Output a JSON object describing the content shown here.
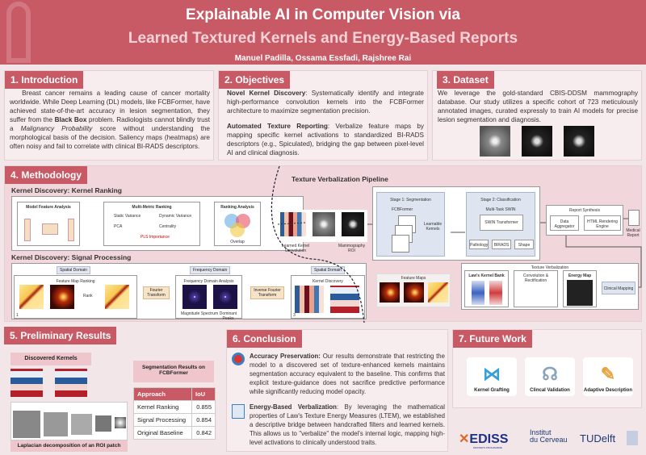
{
  "header": {
    "title_line1": "Explainable AI in Computer Vision via",
    "title_line2": "Learned Textured Kernels and Energy-Based Reports",
    "authors": "Manuel Padilla, Ossama Essfadi, Rajshree Rai"
  },
  "intro": {
    "title": "1. Introduction",
    "p1": "Breast cancer remains a leading cause of cancer mortality worldwide. While Deep Learning (DL) models, like FCBFormer, have achieved state-of-the-art accuracy in lesion segmentation, they suffer from the ",
    "bold": "Black Box",
    "p2": " problem. Radiologists cannot blindly trust a ",
    "italic": "Malignancy Probability",
    "p3": " score without understanding the morphological basis of the decision. Saliency maps (heatmaps) are often noisy and fail to correlate with clinical BI-RADS descriptors."
  },
  "objectives": {
    "title": "2. Objectives",
    "items": [
      {
        "head": "Novel Kernel Discovery",
        "body": ": Systematically identify and integrate high-performance convolution kernels into the FCBFormer architecture to maximize segmentation precision."
      },
      {
        "head": "Automated Texture Reporting",
        "body": ": Verbalize feature maps by mapping specific kernel activations to standardized BI-RADS descriptors (e.g., Spiculated), bridging the gap between pixel-level AI and clinical diagnosis."
      }
    ]
  },
  "dataset": {
    "title": "3. Dataset",
    "text": "We leverage the gold-standard CBIS-DDSM mammography database. Our study utilizes a specific cohort of 723 meticulously annotated images, curated expressly to train AI models for precise lesion segmentation and diagnosis."
  },
  "methodology": {
    "title": "4. Methodology",
    "ranking": {
      "title": "Kernel Discovery: Kernel Ranking",
      "model_feature": "Model Feature Analysis",
      "multi_metric": "Multi-Metric Ranking",
      "metrics": [
        "Static Variance",
        "Dynamic Variance",
        "PCA",
        "Centrality",
        "PLS Importance"
      ],
      "ranking_analysis": "Ranking Analysis",
      "overlap": "Overlap"
    },
    "signal": {
      "title": "Kernel Discovery: Signal Processing",
      "spatial": "Spatial Domain",
      "frequency": "Frequency Domain",
      "spatial2": "Spatial Domain",
      "fmr": "Feature Map Ranking",
      "rank": "Rank",
      "fourier": "Fourier Transform",
      "fda": "Frequency Domain Analysis",
      "mag": "Magnitude Spectrum",
      "peaks": "Dominant Peaks",
      "inverse": "Inverse Fourier Transform",
      "kd": "Kernel Discovery",
      "steps": [
        "1",
        "2",
        "3"
      ]
    },
    "pipeline": {
      "title": "Texture Verbalization Pipeline",
      "learned": "Learned Kernel Convolution",
      "roi": "Mammography ROI",
      "stage1": "Stage 1: Segmentation",
      "fcb": "FCBFormer",
      "learnable": "Learnable Kernels",
      "stage2": "Stage 2: Classification",
      "multitask": "Multi-Task SWIN",
      "swin": "SWIN Transformer",
      "heads": [
        "Pathology",
        "BIRADS",
        "Shape"
      ],
      "report_synth": "Report Synthesis",
      "aggregator": "Data Aggregator",
      "html_engine": "HTML Rendering Engine",
      "medical_report": "Medical Report",
      "feature_maps": "Feature Maps",
      "tv": "Texture Verbalization",
      "laws": "Law's Kernel Bank",
      "conv": "Convolution & Rectification",
      "energy": "Energy Map",
      "clinical": "Clinical Mapping"
    }
  },
  "results": {
    "title": "5. Preliminary Results",
    "discovered": "Discovered Kernels",
    "laplacian": "Laplacian decomposition of an ROI patch",
    "seg_title": "Segmentation Results on FCBFormer",
    "table": {
      "headers": [
        "Approach",
        "IoU"
      ],
      "rows": [
        [
          "Kernel Ranking",
          "0.855"
        ],
        [
          "Signal Processing",
          "0.854"
        ],
        [
          "Original Baseline",
          "0.842"
        ]
      ]
    }
  },
  "conclusion": {
    "title": "6. Conclusion",
    "items": [
      {
        "head": "Accuracy Preservation:",
        "body": " Our results demonstrate that restricting the model to a discovered set of texture-enhanced kernels maintains segmentation accuracy equivalent to the baseline. This confirms that explicit texture-guidance does not sacrifice predictive performance while significantly reducing model opacity."
      },
      {
        "head": "Energy-Based Verbalization",
        "body": ": By leveraging the mathematical properties of Law's Texture Energy Measures (LTEM), we established a descriptive bridge between handcrafted filters and learned kernels. This allows us to \"verbalize\" the model's internal logic, mapping high-level activations to clinically understood traits."
      }
    ]
  },
  "future": {
    "title": "7. Future Work",
    "items": [
      "Kernel Grafting",
      "Clincal Validation",
      "Adaptive Description"
    ]
  },
  "logos": {
    "ediss": "EDISS",
    "ediss_sub": "MASTER'S PROGRAMME",
    "icm1": "Institut",
    "icm2": "du Cerveau",
    "tud": "TUDelft"
  },
  "colors": {
    "accent": "#c85a66",
    "background": "#f3e6e8"
  }
}
